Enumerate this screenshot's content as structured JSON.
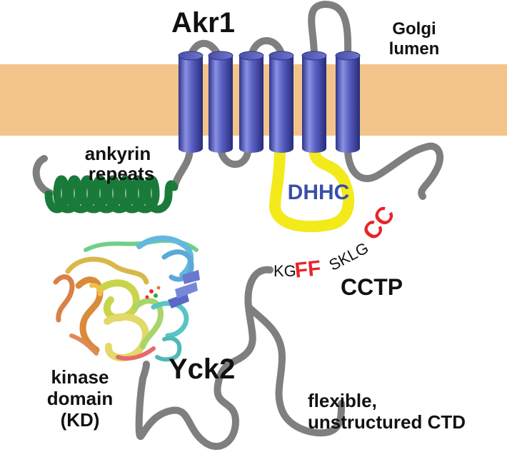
{
  "protein_top": {
    "name": "Akr1"
  },
  "compartment": {
    "line1": "Golgi",
    "line2": "lumen"
  },
  "domains": {
    "ankyrin_line1": "ankyrin",
    "ankyrin_line2": "repeats",
    "dhhc": "DHHC"
  },
  "motif": {
    "kg": "KG",
    "ff": "FF",
    "sklg": "SKLG",
    "cc": "CC",
    "name": "CCTP"
  },
  "protein_bottom": {
    "name": "Yck2"
  },
  "kinase": {
    "line1": "kinase",
    "line2": "domain",
    "line3": "(KD)"
  },
  "ctd": {
    "line1": "flexible,",
    "line2": "unstructured CTD"
  },
  "colors": {
    "membrane": "#F2C48A",
    "helix": "#5158B8",
    "loop": "#7F7F7F",
    "ankyrin": "#1A7A3A",
    "dhhc_loop": "#F2EA1A",
    "dhhc_text": "#3A4FA8",
    "highlight": "#E8242A"
  }
}
